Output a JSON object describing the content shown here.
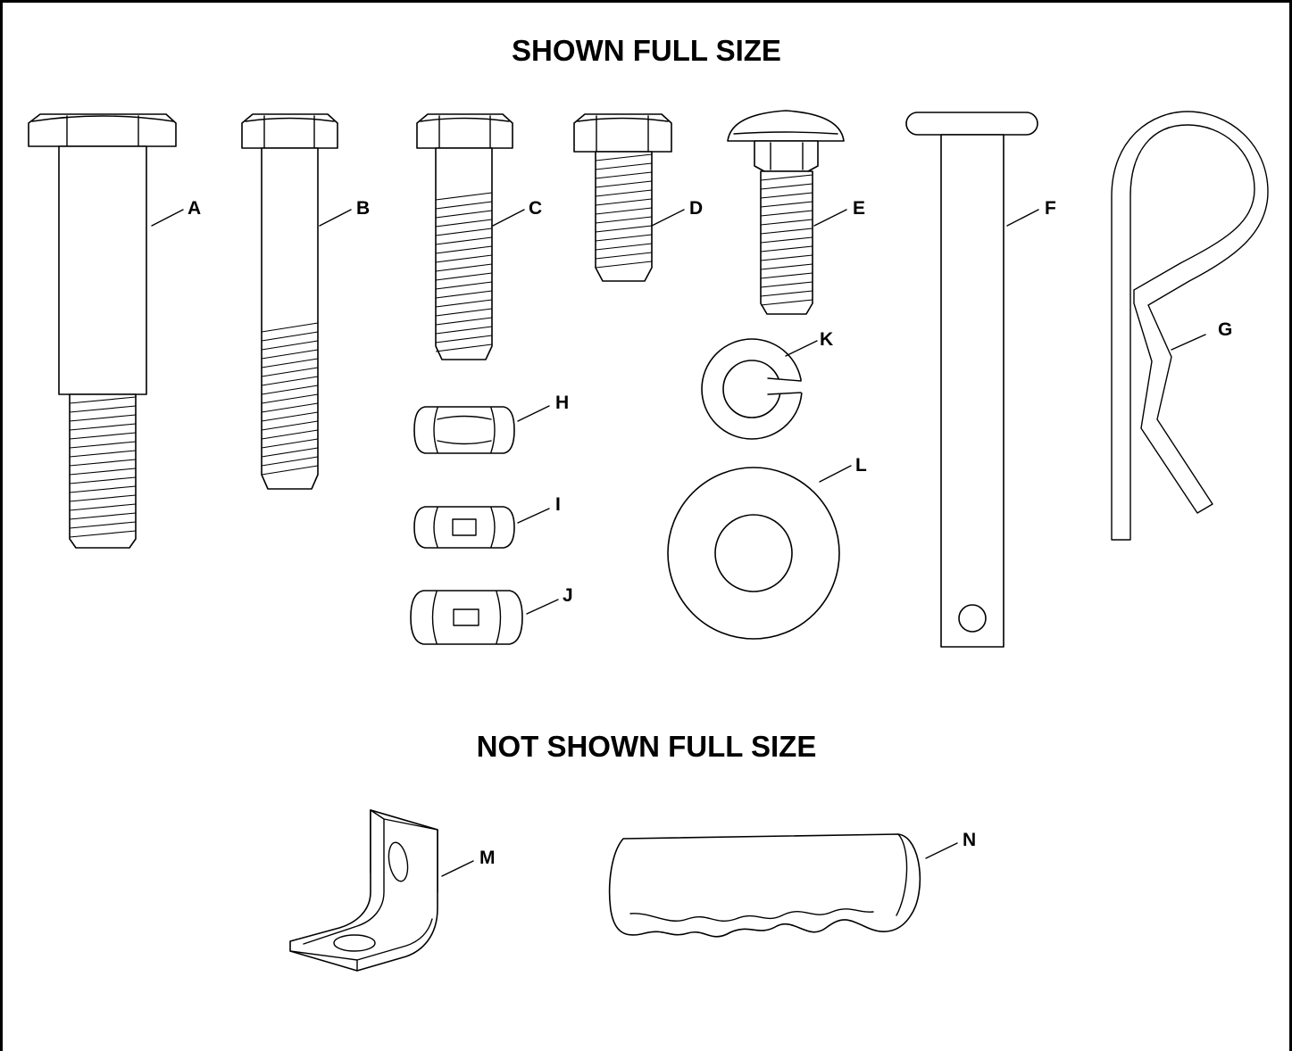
{
  "headings": {
    "full_size": "SHOWN FULL SIZE",
    "not_full_size": "NOT SHOWN FULL SIZE"
  },
  "parts": {
    "a": "A",
    "b": "B",
    "c": "C",
    "d": "D",
    "e": "E",
    "f": "F",
    "g": "G",
    "h": "H",
    "i": "I",
    "j": "J",
    "k": "K",
    "l": "L",
    "m": "M",
    "n": "N"
  },
  "colors": {
    "line": "#000000",
    "background": "#ffffff"
  }
}
